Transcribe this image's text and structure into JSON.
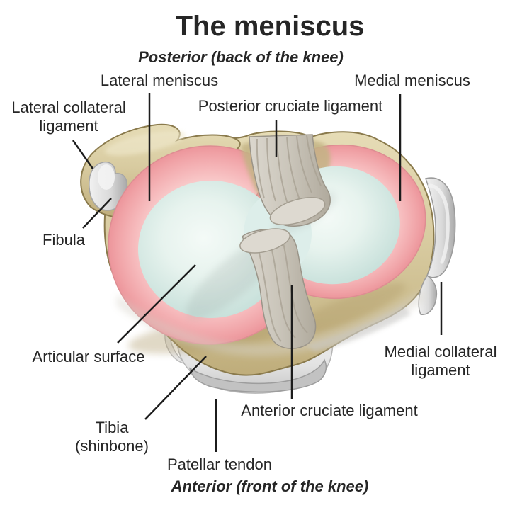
{
  "title": "The meniscus",
  "orientation": {
    "posterior": "Posterior (back of the knee)",
    "anterior": "Anterior (front of the knee)"
  },
  "labels": {
    "lateral_meniscus": "Lateral meniscus",
    "medial_meniscus": "Medial meniscus",
    "posterior_cruciate_ligament": "Posterior cruciate ligament",
    "anterior_cruciate_ligament": "Anterior cruciate ligament",
    "lateral_collateral_ligament": {
      "line1": "Lateral collateral",
      "line2": "ligament"
    },
    "medial_collateral_ligament": {
      "line1": "Medial collateral",
      "line2": "ligament"
    },
    "fibula": "Fibula",
    "articular_surface": "Articular surface",
    "tibia": {
      "line1": "Tibia",
      "line2": "(shinbone)"
    },
    "patellar_tendon": "Patellar tendon"
  },
  "colors": {
    "background": "#ffffff",
    "text": "#262626",
    "bone_tan": "#d8cba0",
    "bone_outline": "#8a7a4c",
    "meniscus_pink": "#f0a2a6",
    "meniscus_pink_light": "#fbd8d6",
    "cartilage_blue": "#d9ece7",
    "ligament_gray": "#c8c3b8",
    "tendon_gray": "#d8d8d8",
    "leader_line": "#1c1c1c"
  }
}
